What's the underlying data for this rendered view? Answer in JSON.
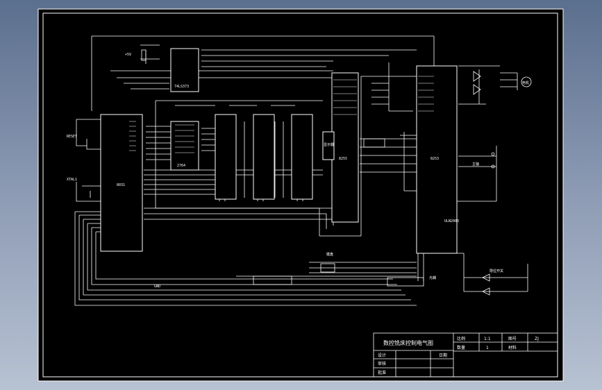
{
  "title_block": {
    "drawing_title": "数控铣床控制电气图",
    "scale_label": "比例",
    "scale_value": "1:1",
    "drawing_no_label": "图号",
    "drawing_no_value": "ZJ",
    "quantity_label": "数量",
    "quantity_value": "1",
    "material_label": "材料",
    "designer_label": "设计",
    "date_label": "日期",
    "checker_label": "审核",
    "approver_label": "批准"
  },
  "chips": {
    "cpu_name": "8031",
    "latch_name": "74LS373",
    "eprom_name": "2764",
    "ppi_name": "8255",
    "timer_name": "8253",
    "driver_name": "ULN2003"
  },
  "labels": {
    "reset": "RESET",
    "crystal": "XTAL1",
    "motor": "电机",
    "keyboard": "键盘",
    "display": "显示器",
    "opto": "光耦",
    "power": "+5V",
    "limit": "限位开关",
    "spindle": "主轴",
    "ground": "GND"
  }
}
